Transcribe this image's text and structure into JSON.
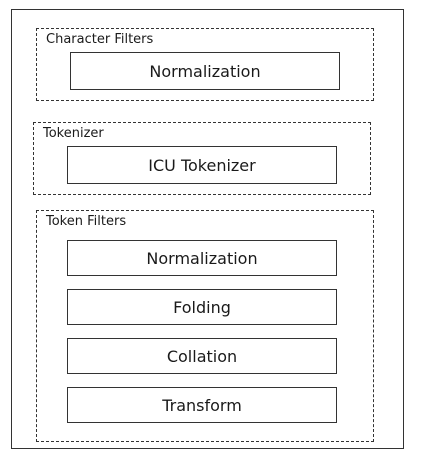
{
  "groups": {
    "character_filters": {
      "label": "Character Filters",
      "stages": [
        "Normalization"
      ]
    },
    "tokenizer": {
      "label": "Tokenizer",
      "stages": [
        "ICU Tokenizer"
      ]
    },
    "token_filters": {
      "label": "Token Filters",
      "stages": [
        "Normalization",
        "Folding",
        "Collation",
        "Transform"
      ]
    }
  }
}
